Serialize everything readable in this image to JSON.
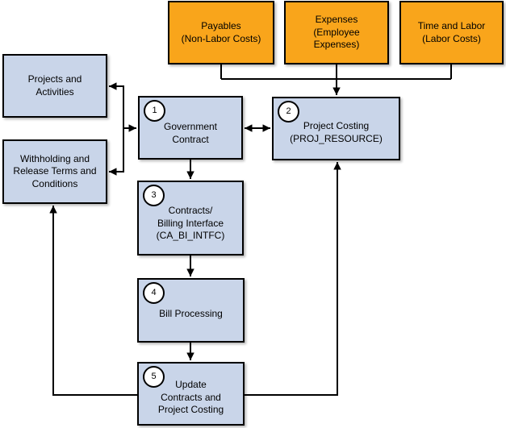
{
  "colors": {
    "source_fill": "#F9A51B",
    "process_fill": "#C9D5E9",
    "border_color": "#000000",
    "line_color": "#000000",
    "canvas_bg": "#FFFFFF"
  },
  "nodes": {
    "payables": {
      "label": "Payables\n(Non-Labor Costs)"
    },
    "expenses": {
      "label": "Expenses\n(Employee\nExpenses)"
    },
    "time_and_labor": {
      "label": "Time and Labor\n(Labor Costs)"
    },
    "projects_and_activities": {
      "label": "Projects and\nActivities"
    },
    "withholding": {
      "label": "Withholding and\nRelease Terms and\nConditions"
    },
    "government_contract": {
      "step": "1",
      "label": "Government\nContract"
    },
    "project_costing": {
      "step": "2",
      "label": "Project Costing\n(PROJ_RESOURCE)"
    },
    "contracts_billing_interface": {
      "step": "3",
      "label": "Contracts/\nBilling Interface\n(CA_BI_INTFC)"
    },
    "bill_processing": {
      "step": "4",
      "label": "Bill Processing"
    },
    "update_contracts": {
      "step": "5",
      "label": "Update\nContracts and\nProject Costing"
    }
  }
}
